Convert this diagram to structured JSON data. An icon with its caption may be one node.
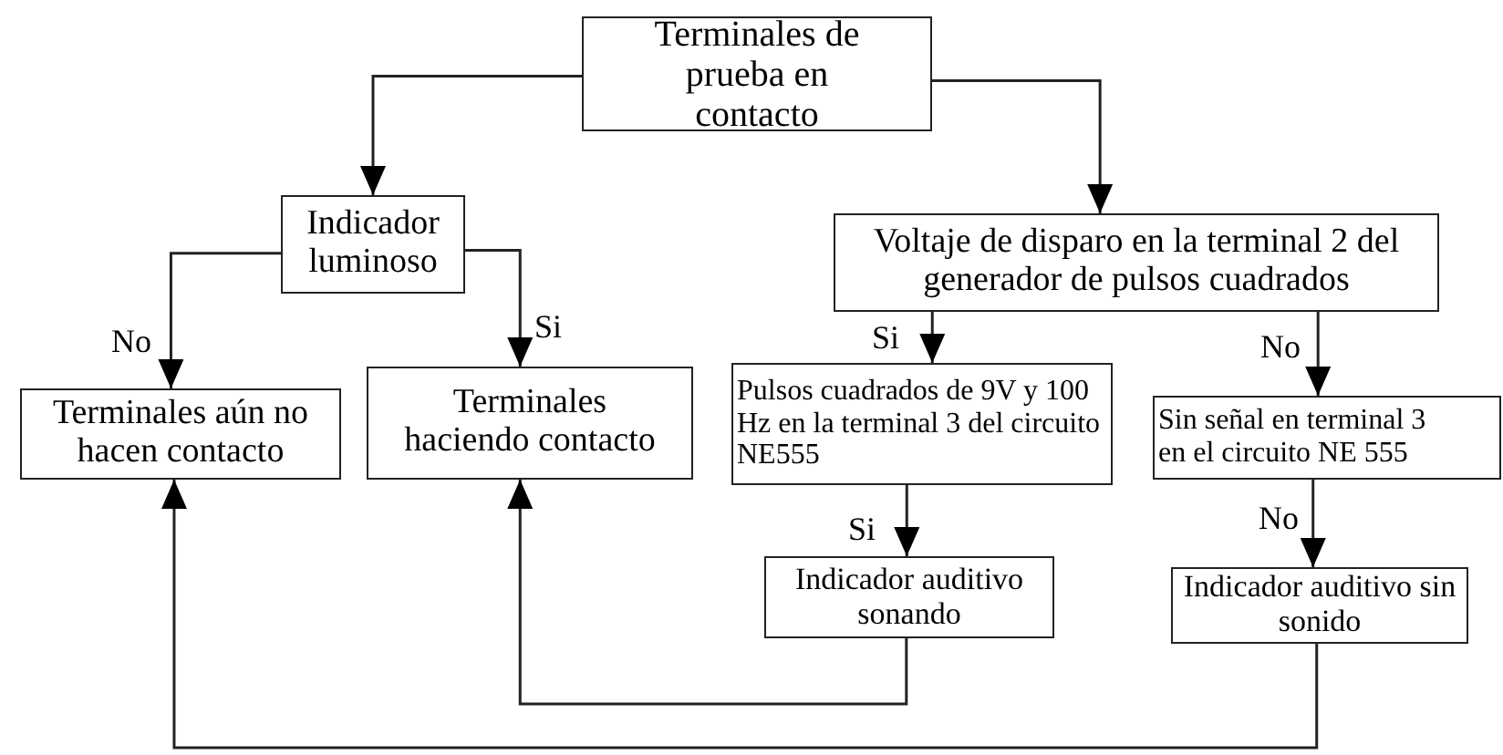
{
  "diagram": {
    "nodes": [
      {
        "text": [
          "Terminales de prueba en contacto"
        ]
      },
      {
        "text": [
          "Indicador luminoso"
        ]
      },
      {
        "text": [
          "Terminales aún no hacen contacto"
        ]
      },
      {
        "text": [
          "Terminales haciendo contacto"
        ]
      },
      {
        "text": [
          "Voltaje de disparo en la terminal 2 del generador de pulsos cuadrados"
        ]
      },
      {
        "text": [
          "Pulsos cuadrados de 9V y 100 Hz en la terminal 3 del circuito NE555"
        ]
      },
      {
        "text": [
          "Sin señal en terminal 3 en el circuito NE 555"
        ]
      },
      {
        "text": [
          "Indicador auditivo sonando"
        ]
      },
      {
        "text": [
          "Indicador auditivo sin sonido"
        ]
      }
    ],
    "edges": [
      {
        "from": 0,
        "to": 1,
        "arrow": "to"
      },
      {
        "from": 0,
        "to": 4,
        "arrow": "to"
      },
      {
        "from": 1,
        "to": 2,
        "arrow": "to",
        "label": "No"
      },
      {
        "from": 1,
        "to": 3,
        "arrow": "to",
        "label": "Si"
      },
      {
        "from": 4,
        "to": 5,
        "arrow": "to",
        "label": "Si"
      },
      {
        "from": 4,
        "to": 6,
        "arrow": "to",
        "label": "No"
      },
      {
        "from": 5,
        "to": 7,
        "arrow": "to",
        "label": "Si"
      },
      {
        "from": 6,
        "to": 8,
        "arrow": "to",
        "label": "No"
      },
      {
        "from": 7,
        "to": 3,
        "arrow": "to"
      },
      {
        "from": 8,
        "to": 2,
        "arrow": "to"
      }
    ]
  }
}
